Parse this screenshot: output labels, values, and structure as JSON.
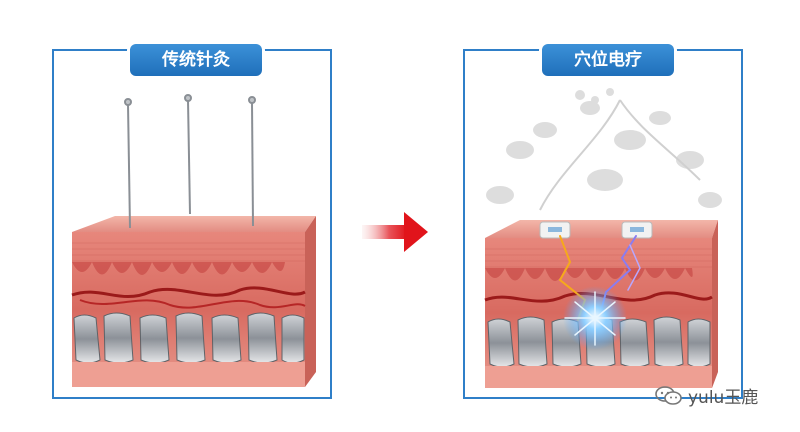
{
  "panels": {
    "left": {
      "title": "传统针灸"
    },
    "right": {
      "title": "穴位电疗"
    }
  },
  "watermark": {
    "text": "yulu玉鹿",
    "icon": "wechat-icon"
  },
  "colors": {
    "panel_border": "#2f7fc8",
    "badge": "#2577c4",
    "arrow": "#e1141b",
    "skin_top": "#e69a90",
    "lightning": "#4fa3ff"
  }
}
